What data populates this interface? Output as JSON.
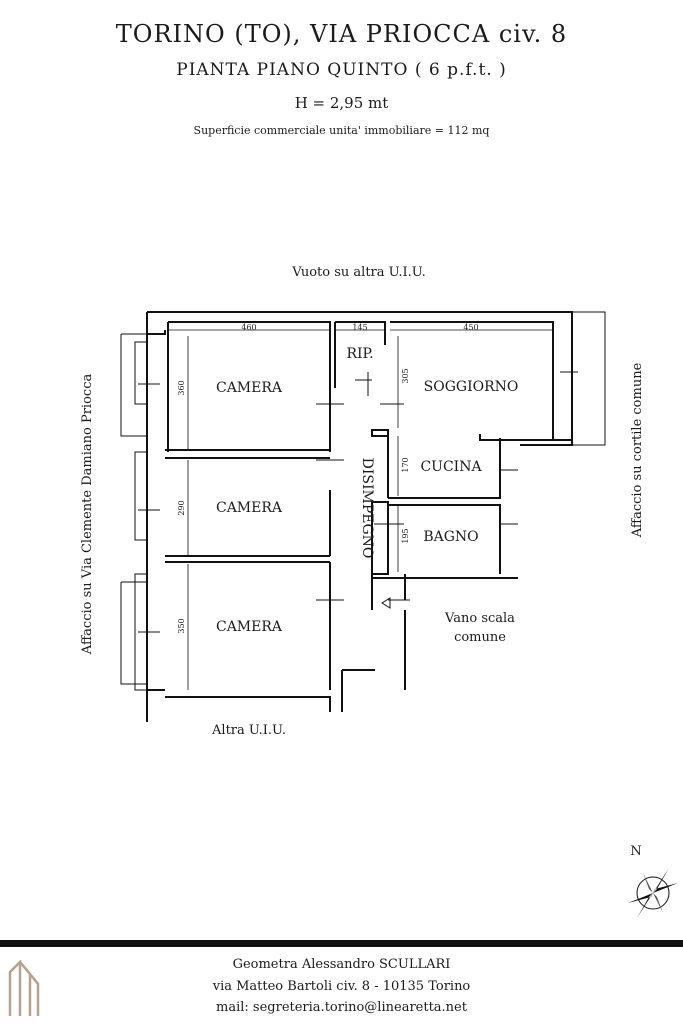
{
  "header": {
    "title": "TORINO (TO), VIA PRIOCCA civ. 8",
    "subtitle": "PIANTA PIANO QUINTO ( 6 p.f.t. )",
    "height": "H = 2,95 mt",
    "surface": "Superficie commerciale unita' immobiliare = 112 mq"
  },
  "labels": {
    "top": "Vuoto su altra U.I.U.",
    "bottom": "Altra U.I.U.",
    "left": "Affaccio su Via Clemente Damiano Priocca",
    "right": "Affaccio su cortile comune",
    "stair_1": "Vano scala",
    "stair_2": "comune",
    "north": "N"
  },
  "rooms": {
    "camera_1": "CAMERA",
    "camera_2": "CAMERA",
    "camera_3": "CAMERA",
    "rip": "RIP.",
    "soggiorno": "SOGGIORNO",
    "cucina": "CUCINA",
    "bagno": "BAGNO",
    "disimpegno": "DISIMPEGNO"
  },
  "dimensions": {
    "w_camera_1": "460",
    "w_rip": "145",
    "w_soggiorno": "450",
    "h_camera_1": "360",
    "h_camera_2": "290",
    "h_camera_3": "350",
    "h_soggiorno": "305",
    "h_cucina": "170",
    "h_bagno": "195"
  },
  "footer": {
    "name": "Geometra Alessandro SCULLARI",
    "address": "via Matteo Bartoli civ. 8 - 10135 Torino",
    "mail": "mail: segreteria.torino@linearetta.net"
  },
  "colors": {
    "ink": "#1a1a1a",
    "wall": "#111111",
    "logo": "#b9a08a"
  }
}
